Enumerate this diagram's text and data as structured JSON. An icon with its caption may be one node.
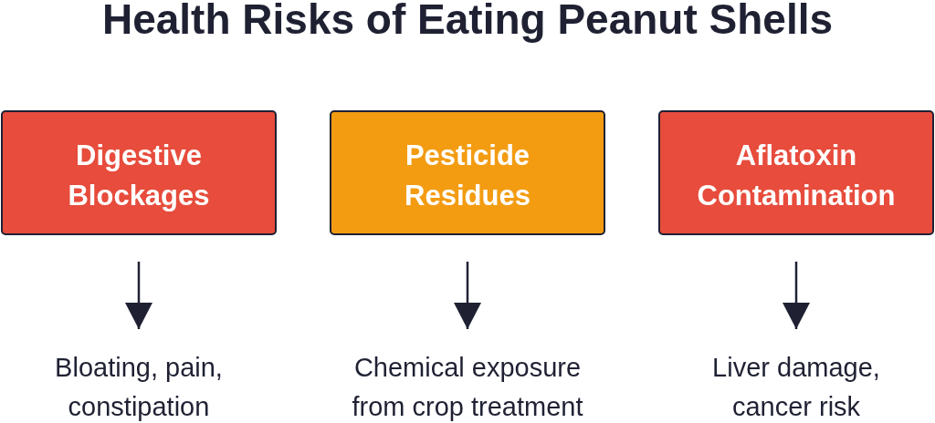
{
  "diagram": {
    "title": "Health Risks of Eating Peanut Shells",
    "nodes": [
      {
        "text": [
          "Digestive Blockages"
        ]
      },
      {
        "text": [
          "Pesticide Residues"
        ]
      },
      {
        "text": [
          "Aflatoxin Contamination"
        ]
      },
      {
        "text": [
          "Bloating, pain, constipation"
        ]
      },
      {
        "text": [
          "Chemical exposure from crop treatment"
        ]
      },
      {
        "text": [
          "Liver damage, cancer risk"
        ]
      }
    ],
    "edges": [
      {
        "from": 0,
        "to": 3,
        "arrow": "to"
      },
      {
        "from": 1,
        "to": 4,
        "arrow": "to"
      },
      {
        "from": 2,
        "to": 5,
        "arrow": "to"
      }
    ]
  }
}
